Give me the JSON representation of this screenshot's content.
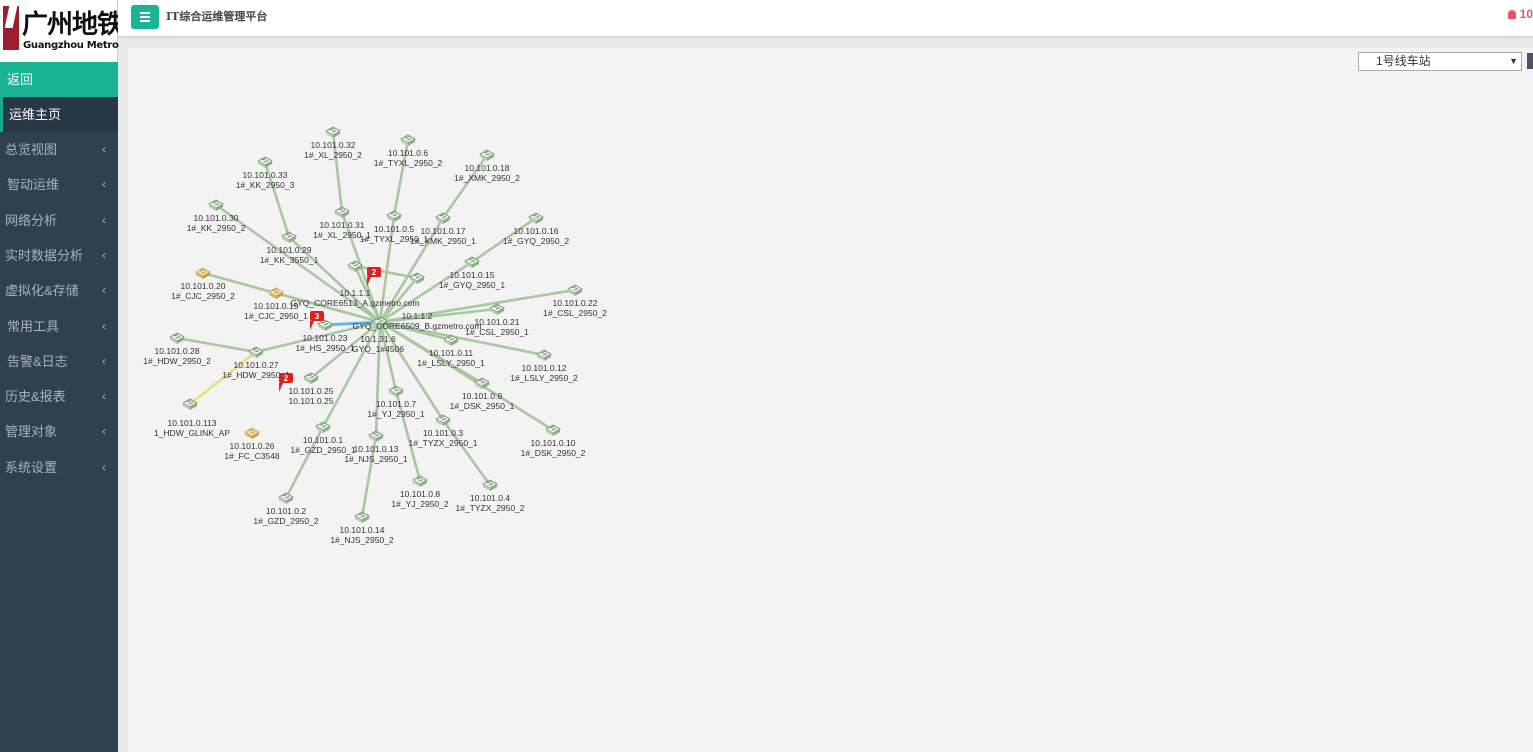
{
  "logo": {
    "cn": "广州地铁",
    "en": "Guangzhou Metro"
  },
  "header": {
    "title": "IT综合运维管理平台",
    "alert_count": "10"
  },
  "sidebar": {
    "back": "返回",
    "home": "运维主页",
    "items": [
      "总览视图",
      "智动运维",
      "网络分析",
      "实时数据分析",
      "虚拟化&存储",
      "常用工具",
      "告警&日志",
      "历史&报表",
      "管理对象",
      "系统设置"
    ]
  },
  "station_select": {
    "value": "1号线车站"
  },
  "colors": {
    "accent": "#1ab394",
    "sidebar": "#2f4050",
    "link_normal": "#a8c9a0",
    "link_blue": "#6ab4e6",
    "link_yellow": "#e6df7a",
    "alarm": "#e0201b"
  },
  "topology": {
    "nodes": [
      {
        "id": "core",
        "ip": "10.1.31.6",
        "name": "GYQ_1#4506",
        "icon": "core-switch-icon"
      },
      {
        "id": "coreA",
        "ip": "10.1.1.1",
        "name": "GYQ_CORE6513_A.gzmetro.com",
        "icon": "switch-icon"
      },
      {
        "id": "coreB",
        "ip": "10.1.1.2",
        "name": "GYQ_CORE6509_B.gzmetro.com",
        "icon": "switch-icon"
      },
      {
        "id": "n32",
        "ip": "10.101.0.32",
        "name": "1#_XL_2950_2",
        "icon": "switch-icon"
      },
      {
        "id": "n6",
        "ip": "10.101.0.6",
        "name": "1#_TYXL_2950_2",
        "icon": "switch-icon"
      },
      {
        "id": "n18",
        "ip": "10.101.0.18",
        "name": "1#_XMK_2950_2",
        "icon": "switch-icon"
      },
      {
        "id": "n33",
        "ip": "10.101.0.33",
        "name": "1#_KK_2950_3",
        "icon": "switch-icon"
      },
      {
        "id": "n31",
        "ip": "10.101.0.31",
        "name": "1#_XL_2950_1",
        "icon": "switch-icon"
      },
      {
        "id": "n5",
        "ip": "10.101.0.5",
        "name": "1#_TYXL_2950_1",
        "icon": "switch-icon"
      },
      {
        "id": "n17",
        "ip": "10.101.0.17",
        "name": "1#_XMK_2950_1",
        "icon": "switch-icon"
      },
      {
        "id": "n16",
        "ip": "10.101.0.16",
        "name": "1#_GYQ_2950_2",
        "icon": "switch-icon"
      },
      {
        "id": "n30",
        "ip": "10.101.0.30",
        "name": "1#_KK_2950_2",
        "icon": "switch-icon"
      },
      {
        "id": "n29",
        "ip": "10.101.0.29",
        "name": "1#_KK_3550_1",
        "icon": "switch-icon"
      },
      {
        "id": "n15",
        "ip": "10.101.0.15",
        "name": "1#_GYQ_2950_1",
        "icon": "switch-icon"
      },
      {
        "id": "n20",
        "ip": "10.101.0.20",
        "name": "1#_CJC_2950_2",
        "icon": "switch-warning-icon"
      },
      {
        "id": "n19",
        "ip": "10.101.0.19",
        "name": "1#_CJC_2950_1",
        "icon": "switch-warning-icon"
      },
      {
        "id": "n22",
        "ip": "10.101.0.22",
        "name": "1#_CSL_2950_2",
        "icon": "switch-icon"
      },
      {
        "id": "n21",
        "ip": "10.101.0.21",
        "name": "1#_CSL_2950_1",
        "icon": "switch-icon"
      },
      {
        "id": "n28",
        "ip": "10.101.0.28",
        "name": "1#_HDW_2950_2",
        "icon": "switch-icon"
      },
      {
        "id": "n23",
        "ip": "10.101.0.23",
        "name": "1#_HS_2950_1",
        "icon": "switch-icon"
      },
      {
        "id": "n11",
        "ip": "10.101.0.11",
        "name": "1#_LSLY_2950_1",
        "icon": "switch-icon"
      },
      {
        "id": "n12",
        "ip": "10.101.0.12",
        "name": "1#_LSLY_2950_2",
        "icon": "switch-icon"
      },
      {
        "id": "n27",
        "ip": "10.101.0.27",
        "name": "1#_HDW_2950_1",
        "icon": "switch-icon"
      },
      {
        "id": "n25",
        "ip": "10.101.0.25",
        "name": "10.101.0.25",
        "icon": "switch-icon"
      },
      {
        "id": "n7",
        "ip": "10.101.0.7",
        "name": "1#_YJ_2950_1",
        "icon": "switch-icon"
      },
      {
        "id": "n9",
        "ip": "10.101.0.9",
        "name": "1#_DSK_2950_1",
        "icon": "switch-icon"
      },
      {
        "id": "n113",
        "ip": "10.101.0.113",
        "name": "1_HDW_GLINK_AP",
        "icon": "switch-icon"
      },
      {
        "id": "n3",
        "ip": "10.101.0.3",
        "name": "1#_TYZX_2950_1",
        "icon": "switch-icon"
      },
      {
        "id": "n10",
        "ip": "10.101.0.10",
        "name": "1#_DSK_2950_2",
        "icon": "switch-icon"
      },
      {
        "id": "n1",
        "ip": "10.101.0.1",
        "name": "1#_GZD_2950_1",
        "icon": "switch-icon"
      },
      {
        "id": "n13",
        "ip": "10.101.0.13",
        "name": "1#_NJS_2950_1",
        "icon": "switch-icon"
      },
      {
        "id": "n26",
        "ip": "10.101.0.26",
        "name": "1#_FC_C3548",
        "icon": "switch-warning-icon"
      },
      {
        "id": "n8",
        "ip": "10.101.0.8",
        "name": "1#_YJ_2950_2",
        "icon": "switch-icon"
      },
      {
        "id": "n4",
        "ip": "10.101.0.4",
        "name": "1#_TYZX_2950_2",
        "icon": "switch-icon"
      },
      {
        "id": "n2",
        "ip": "10.101.0.2",
        "name": "1#_GZD_2950_2",
        "icon": "switch-icon"
      },
      {
        "id": "n14",
        "ip": "10.101.0.14",
        "name": "1#_NJS_2950_2",
        "icon": "switch-icon"
      }
    ],
    "links": [
      [
        "core",
        "coreA"
      ],
      [
        "core",
        "coreB"
      ],
      [
        "coreA",
        "coreB"
      ],
      [
        "core",
        "n31"
      ],
      [
        "n31",
        "n32"
      ],
      [
        "core",
        "n5"
      ],
      [
        "n5",
        "n6"
      ],
      [
        "core",
        "n17"
      ],
      [
        "n17",
        "n18"
      ],
      [
        "core",
        "n15"
      ],
      [
        "n15",
        "n16"
      ],
      [
        "core",
        "n29"
      ],
      [
        "n29",
        "n33"
      ],
      [
        "core",
        "n30"
      ],
      [
        "core",
        "n19"
      ],
      [
        "core",
        "n20"
      ],
      [
        "core",
        "n21"
      ],
      [
        "core",
        "n22"
      ],
      [
        "core",
        "n27"
      ],
      [
        "n27",
        "n28"
      ],
      [
        "core",
        "n23"
      ],
      [
        "core",
        "n25"
      ],
      [
        "core",
        "n11"
      ],
      [
        "core",
        "n12"
      ],
      [
        "core",
        "n7"
      ],
      [
        "n7",
        "n8"
      ],
      [
        "core",
        "n9"
      ],
      [
        "core",
        "n10"
      ],
      [
        "core",
        "n3"
      ],
      [
        "n3",
        "n4"
      ],
      [
        "core",
        "n1"
      ],
      [
        "n1",
        "n2"
      ],
      [
        "core",
        "n13"
      ],
      [
        "n13",
        "n14"
      ]
    ],
    "special_links": [
      {
        "from": "core",
        "to": "n23",
        "type": "blue"
      },
      {
        "from": "n27",
        "to": "n113",
        "type": "yellow"
      }
    ],
    "alarms": [
      {
        "node": "coreA",
        "count": "2"
      },
      {
        "node": "n23",
        "count": "3"
      },
      {
        "node": "n25",
        "count": "2"
      }
    ]
  }
}
